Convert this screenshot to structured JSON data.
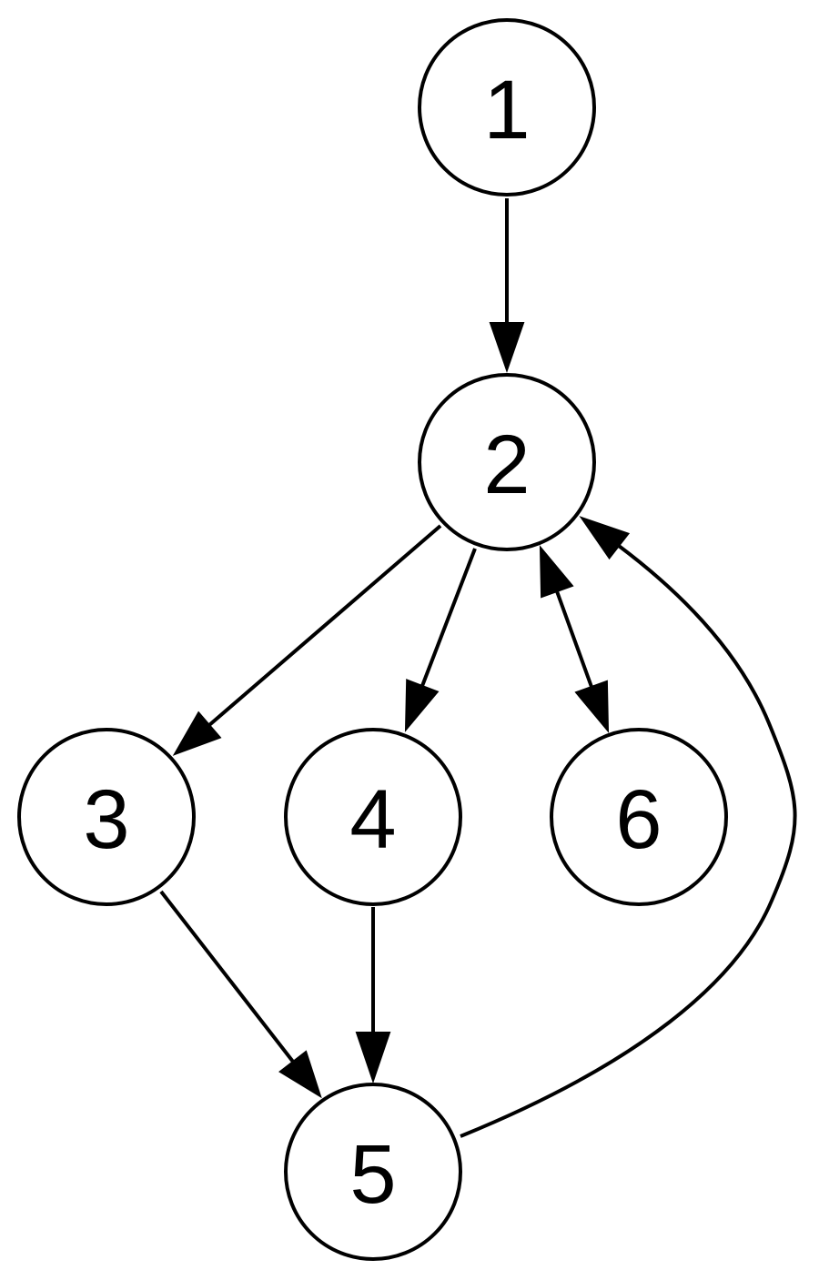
{
  "graph": {
    "type": "directed-graph",
    "colors": {
      "stroke": "#000000",
      "node_fill": "#ffffff",
      "background": "#ffffff"
    },
    "nodes": [
      {
        "id": "n1",
        "label": "1"
      },
      {
        "id": "n2",
        "label": "2"
      },
      {
        "id": "n3",
        "label": "3"
      },
      {
        "id": "n4",
        "label": "4"
      },
      {
        "id": "n6",
        "label": "6"
      },
      {
        "id": "n5",
        "label": "5"
      }
    ],
    "edges": [
      {
        "from": "1",
        "to": "2",
        "direction": "forward"
      },
      {
        "from": "2",
        "to": "3",
        "direction": "forward"
      },
      {
        "from": "2",
        "to": "4",
        "direction": "forward"
      },
      {
        "from": "2",
        "to": "6",
        "direction": "both"
      },
      {
        "from": "3",
        "to": "5",
        "direction": "forward"
      },
      {
        "from": "4",
        "to": "5",
        "direction": "forward"
      },
      {
        "from": "5",
        "to": "2",
        "direction": "forward"
      }
    ]
  }
}
